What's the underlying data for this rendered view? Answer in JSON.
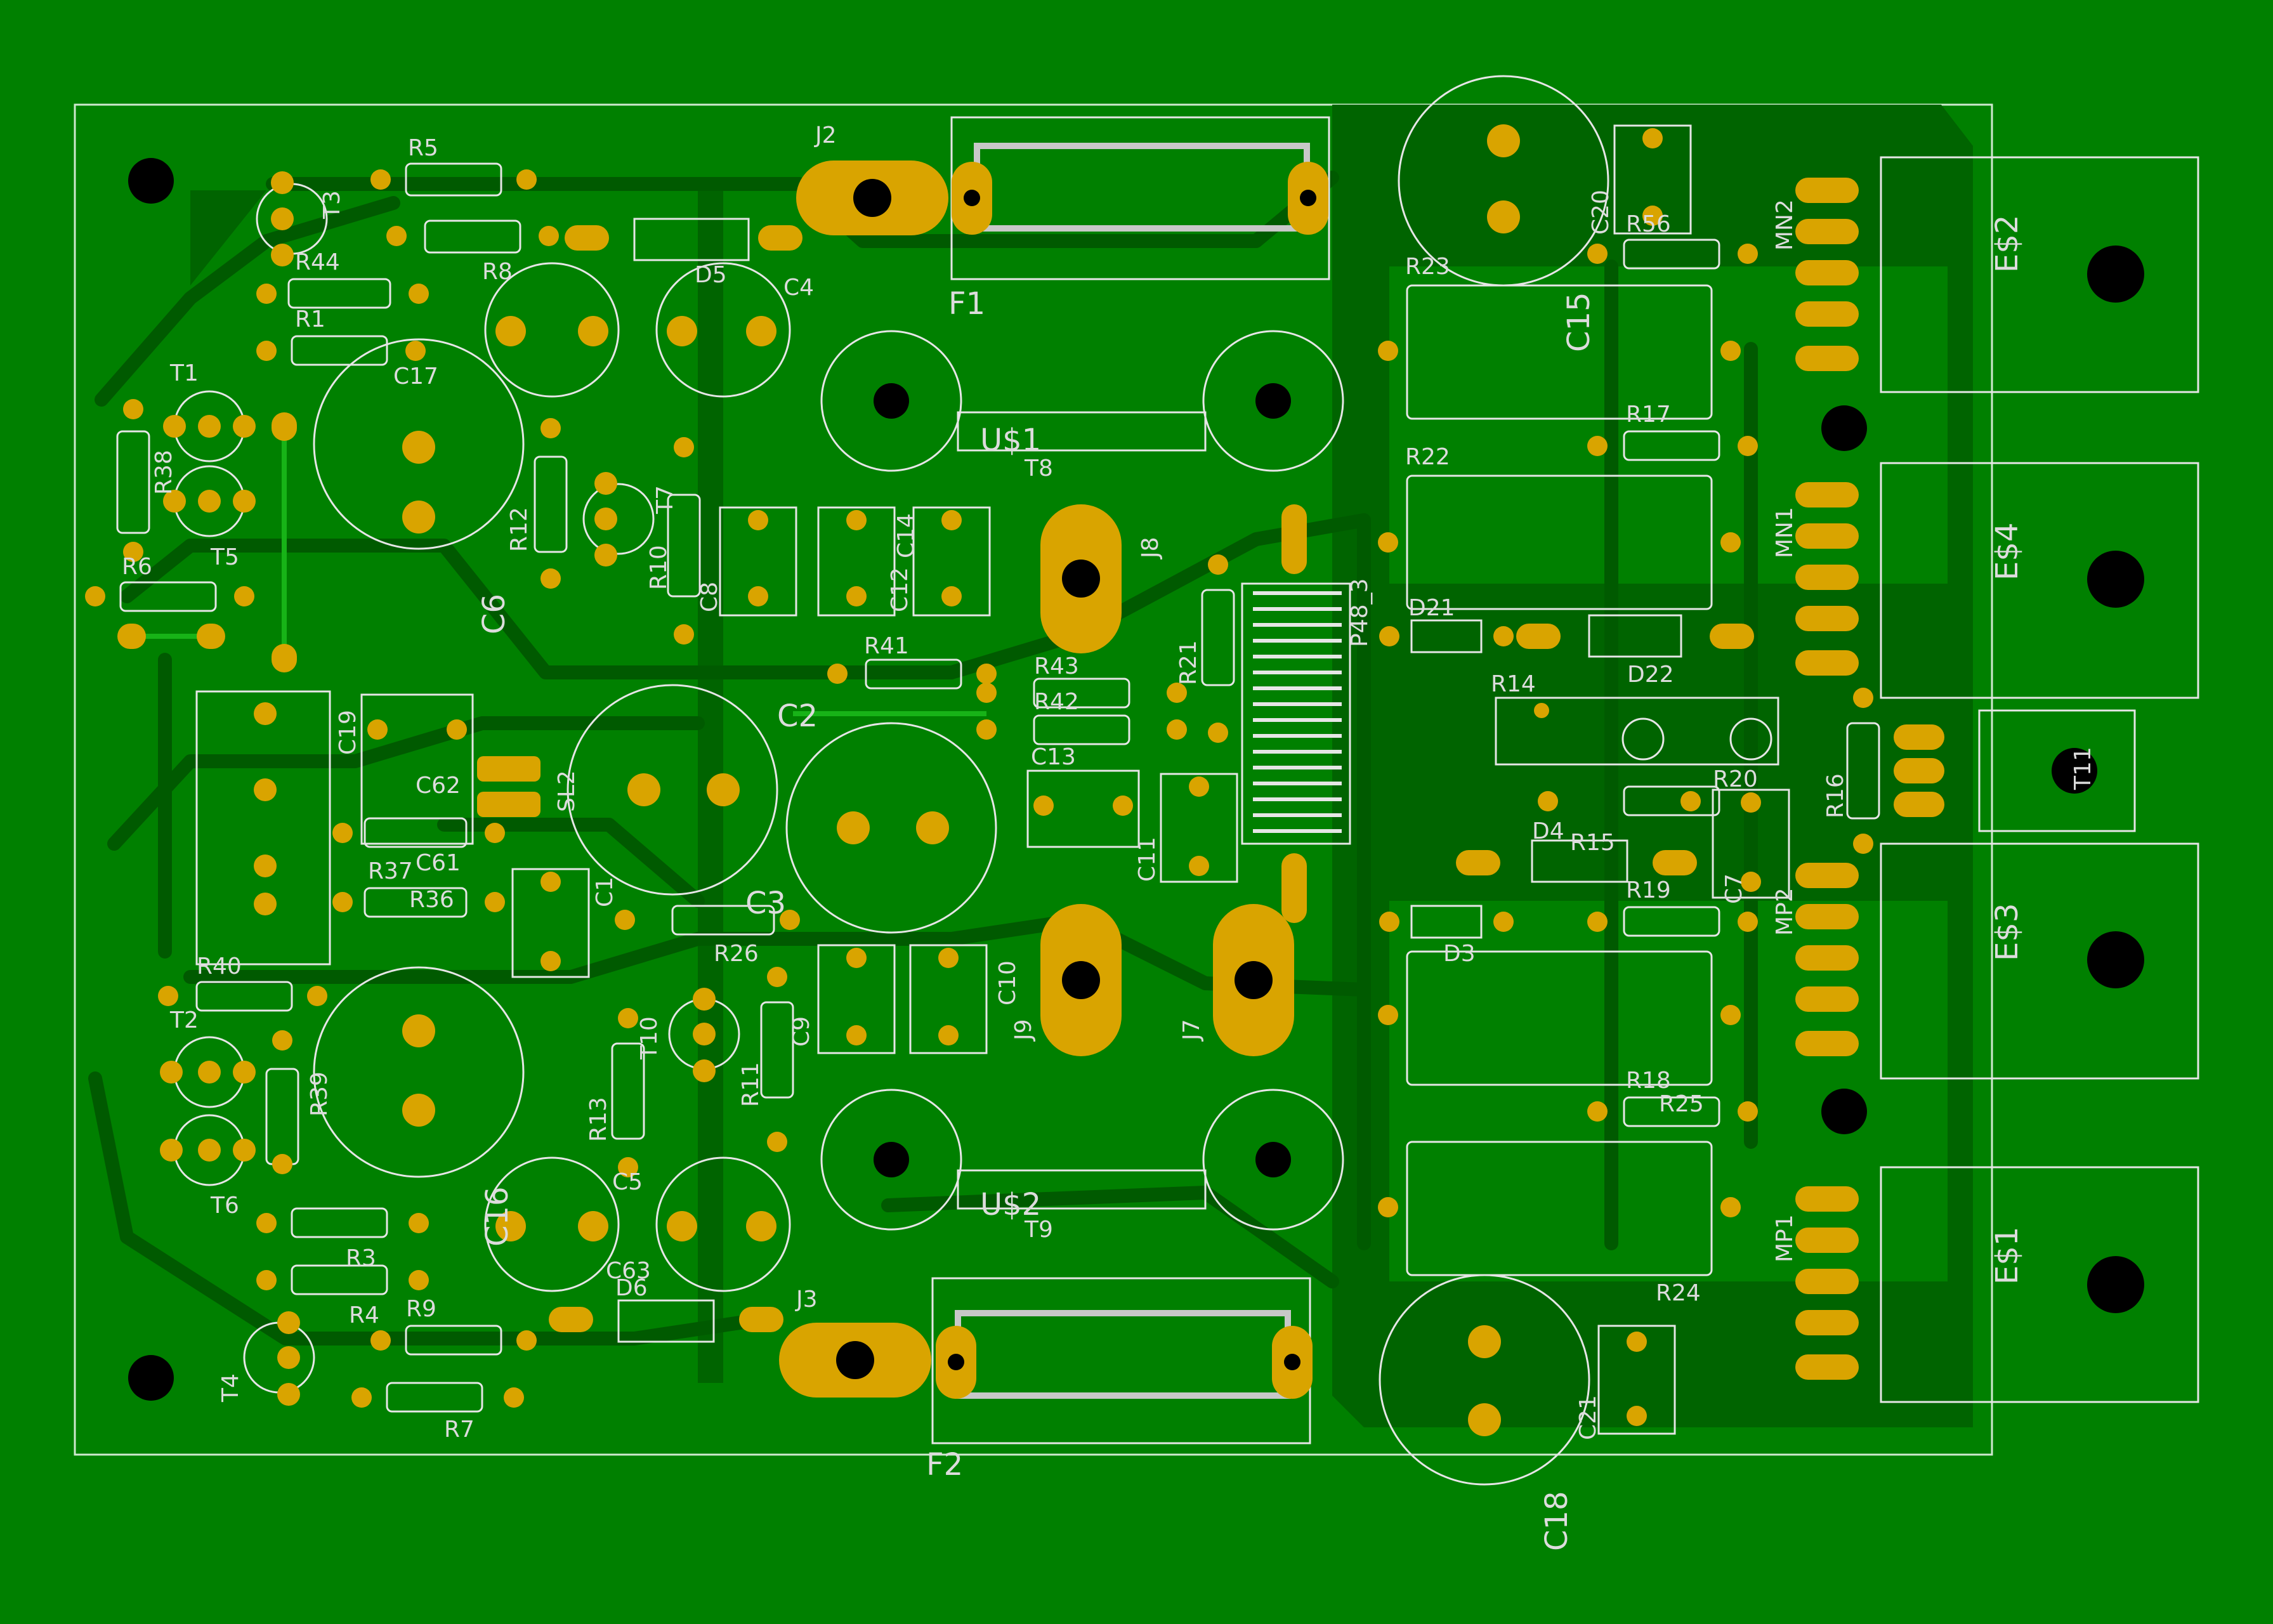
{
  "board": {
    "background": "#008000",
    "copper": "#006400",
    "pad_color": "#d9a400",
    "silk_color": "#e6e6e6"
  },
  "labels": {
    "R5": "R5",
    "R8": "R8",
    "R44": "R44",
    "R1": "R1",
    "T3": "T3",
    "T1": "T1",
    "R38": "R38",
    "T5": "T5",
    "R6": "R6",
    "C17": "C17",
    "C6": "C6",
    "R12": "R12",
    "T7": "T7",
    "R10": "R10",
    "C8": "C8",
    "D5": "D5",
    "C4": "C4",
    "J2": "J2",
    "F1": "F1",
    "US1": "U$1",
    "T8": "T8",
    "C12": "C12",
    "C14": "C14",
    "J8": "J8",
    "R41": "R41",
    "R43": "R43",
    "R42": "R42",
    "R21": "R21",
    "C13": "C13",
    "C2": "C2",
    "C19": "C19",
    "C62": "C62",
    "SL2": "SL2",
    "C61": "C61",
    "R37": "R37",
    "R36": "R36",
    "C1": "C1",
    "C3": "C3",
    "R26": "R26",
    "C11": "C11",
    "R40": "R40",
    "T2": "T2",
    "R39": "R39",
    "T6": "T6",
    "C16": "C16",
    "R13": "R13",
    "T10": "T10",
    "R11": "R11",
    "C9": "C9",
    "C10": "C10",
    "J9": "J9",
    "J7": "J7",
    "C5": "C5",
    "R3": "R3",
    "R4": "R4",
    "R9": "R9",
    "C63": "C63",
    "D6": "D6",
    "J3": "J3",
    "US2": "U$2",
    "T9": "T9",
    "F2": "F2",
    "R7": "R7",
    "T4": "T4",
    "C15": "C15",
    "C20": "C20",
    "R56": "R56",
    "R23": "R23",
    "R17": "R17",
    "R22": "R22",
    "D21": "D21",
    "D22": "D22",
    "R14": "R14",
    "R20": "R20",
    "R16": "R16",
    "T11": "T11",
    "D4": "D4",
    "R15": "R15",
    "R19": "R19",
    "C7": "C7",
    "D3": "D3",
    "R18": "R18",
    "R25": "R25",
    "R24": "R24",
    "C18": "C18",
    "C21": "C21",
    "P48_3": "P48_3",
    "MN2": "MN2",
    "MN1": "MN1",
    "MP2": "MP2",
    "MP1": "MP1",
    "ES2": "E$2",
    "ES4": "E$4",
    "ES3": "E$3",
    "ES1": "E$1"
  }
}
